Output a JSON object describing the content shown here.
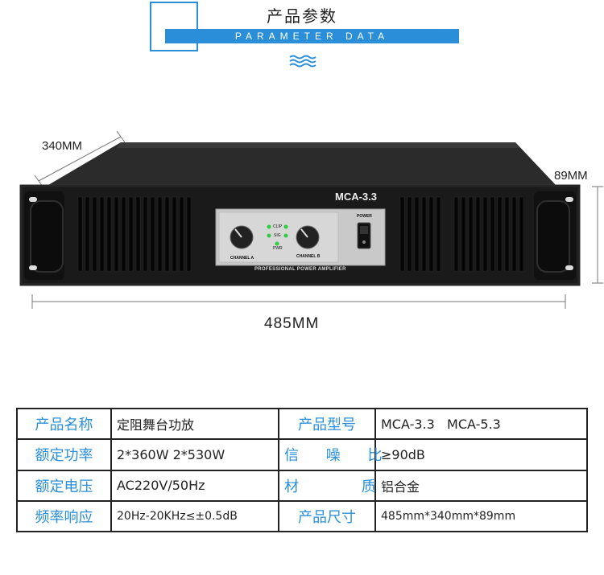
{
  "header": {
    "title": "产品参数",
    "subtitle": "PARAMETER DATA"
  },
  "product": {
    "model": "MCA-3.3",
    "panel_label": "PROFESSIONAL POWER AMPLIFIER",
    "channel_a": "CHANNEL A",
    "channel_b": "CHANNEL B",
    "indicators": {
      "clip": "CLIP",
      "sig": "SIG",
      "pwr": "PWR"
    },
    "power_label": "POWER",
    "dimensions": {
      "depth": "340MM",
      "height": "89MM",
      "width": "485MM"
    }
  },
  "specs": {
    "rows": [
      {
        "label1": "产品名称",
        "value1": "定阻舞台功放",
        "label2": "产品型号",
        "value2": "MCA-3.3   MCA-5.3"
      },
      {
        "label1": "额定功率",
        "value1": "2*360W 2*530W",
        "label2": "信 噪 比",
        "value2": "≥90dB"
      },
      {
        "label1": "额定电压",
        "value1": "AC220V/50Hz",
        "label2": "材 质",
        "value2": "铝合金"
      },
      {
        "label1": "频率响应",
        "value1": "20Hz-20KHz≤±0.5dB",
        "label2": "产品尺寸",
        "value2": "485mm*340mm*89mm"
      }
    ]
  },
  "colors": {
    "accent": "#2a8fd8",
    "chassis": "#1a1a1a"
  }
}
